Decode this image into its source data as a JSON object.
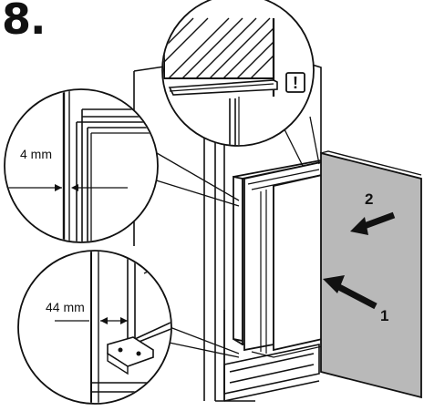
{
  "step": {
    "number": "8."
  },
  "callouts": {
    "top": {
      "warning_icon": "exclamation-icon",
      "warning_label": "!"
    },
    "left": {
      "gap_label": "4 mm"
    },
    "bottom": {
      "offset_label": "44 mm"
    }
  },
  "arrows": [
    {
      "id": "arrow-1",
      "label": "1",
      "direction": "push-in"
    },
    {
      "id": "arrow-2",
      "label": "2",
      "direction": "push-side"
    }
  ],
  "colors": {
    "line": "#111111",
    "door_panel": "#b9b9b9",
    "background": "#ffffff"
  }
}
